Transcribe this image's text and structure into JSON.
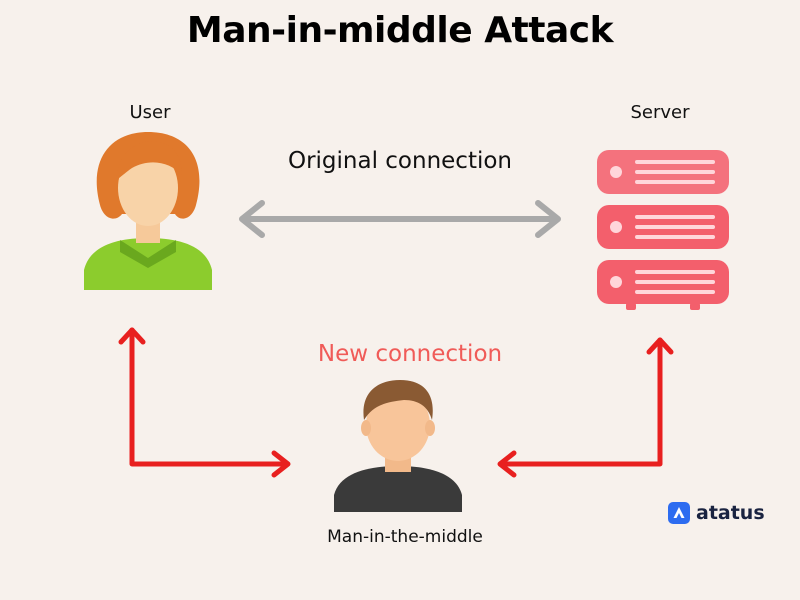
{
  "title": "Man-in-middle Attack",
  "nodes": {
    "user": "User",
    "server": "Server",
    "attacker": "Man-in-the-middle"
  },
  "connections": {
    "original": "Original connection",
    "new": "New connection"
  },
  "brand": "atatus",
  "colors": {
    "background": "#f7f1ec",
    "original_arrow": "#a9a9a9",
    "attack_arrow": "#e8201f",
    "new_connection_text": "#f05b58",
    "server": "#f35f6c",
    "user_hair": "#e0792c",
    "user_shirt": "#8ccc2d",
    "attacker_hair": "#8a5a33",
    "attacker_shirt": "#3a3a3a",
    "brand": "#2d6cf0"
  }
}
